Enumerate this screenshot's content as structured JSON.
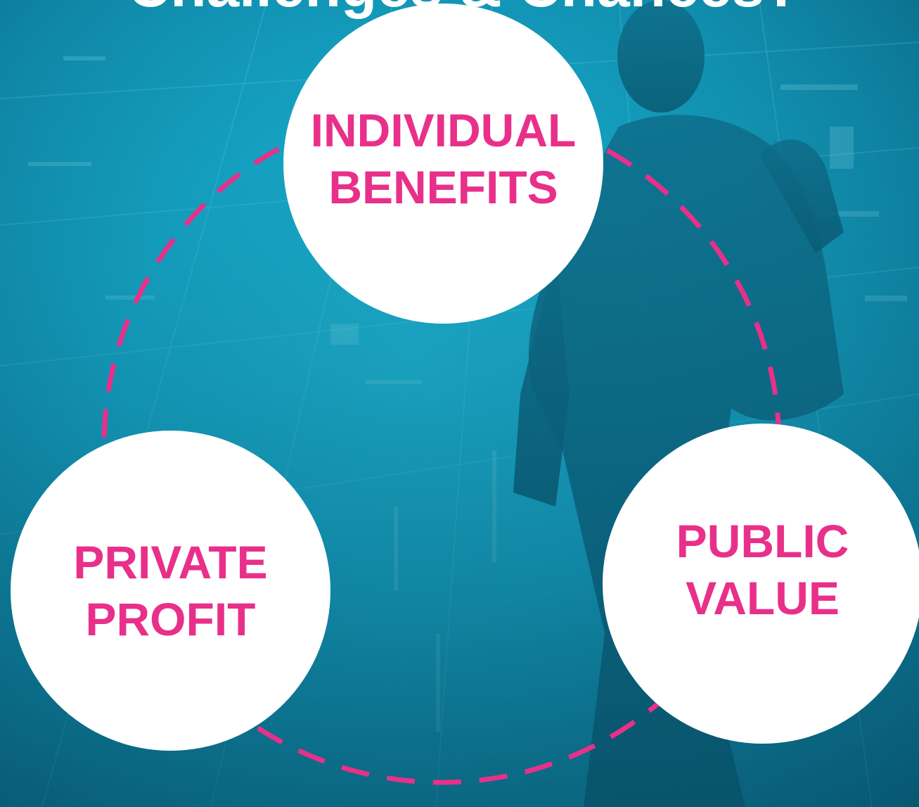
{
  "title": "Challenges & Chances?",
  "colors": {
    "background": "#17aacb",
    "accent": "#e8308a",
    "circle_fill": "#ffffff"
  },
  "nodes": [
    {
      "id": "individual-benefits",
      "lines": [
        "INDIVIDUAL",
        "BENEFITS"
      ]
    },
    {
      "id": "private-profit",
      "lines": [
        "PRIVATE",
        "PROFIT"
      ]
    },
    {
      "id": "public-value",
      "lines": [
        "PUBLIC",
        "VALUE"
      ]
    }
  ]
}
